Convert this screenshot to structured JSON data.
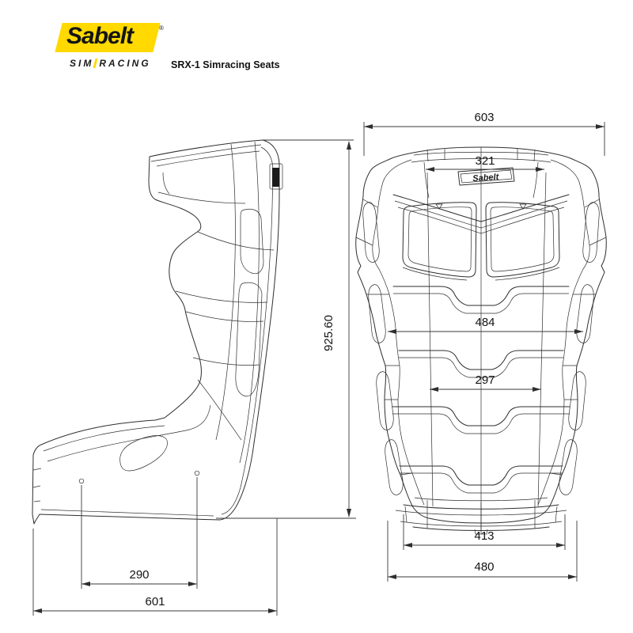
{
  "header": {
    "logo_text": "Sabelt",
    "registered_mark": "®",
    "sim_label": "SIM",
    "racing_label": "RACING",
    "product_title": "SRX-1 Simracing Seats",
    "brand_color": "#FFD900"
  },
  "seat": {
    "plate_logo": "Sabelt"
  },
  "dimensions": {
    "front_view": {
      "overall_width": "603",
      "headrest_width": "321",
      "shoulder_width": "484",
      "lumbar_width": "297",
      "cushion_width": "413",
      "base_width": "480"
    },
    "side_view": {
      "overall_height": "925.60",
      "mount_hole_spacing": "290",
      "overall_depth": "601"
    }
  },
  "style": {
    "line_color": "#2e2e2e",
    "dimension_text_color": "#141414",
    "background": "#ffffff"
  }
}
